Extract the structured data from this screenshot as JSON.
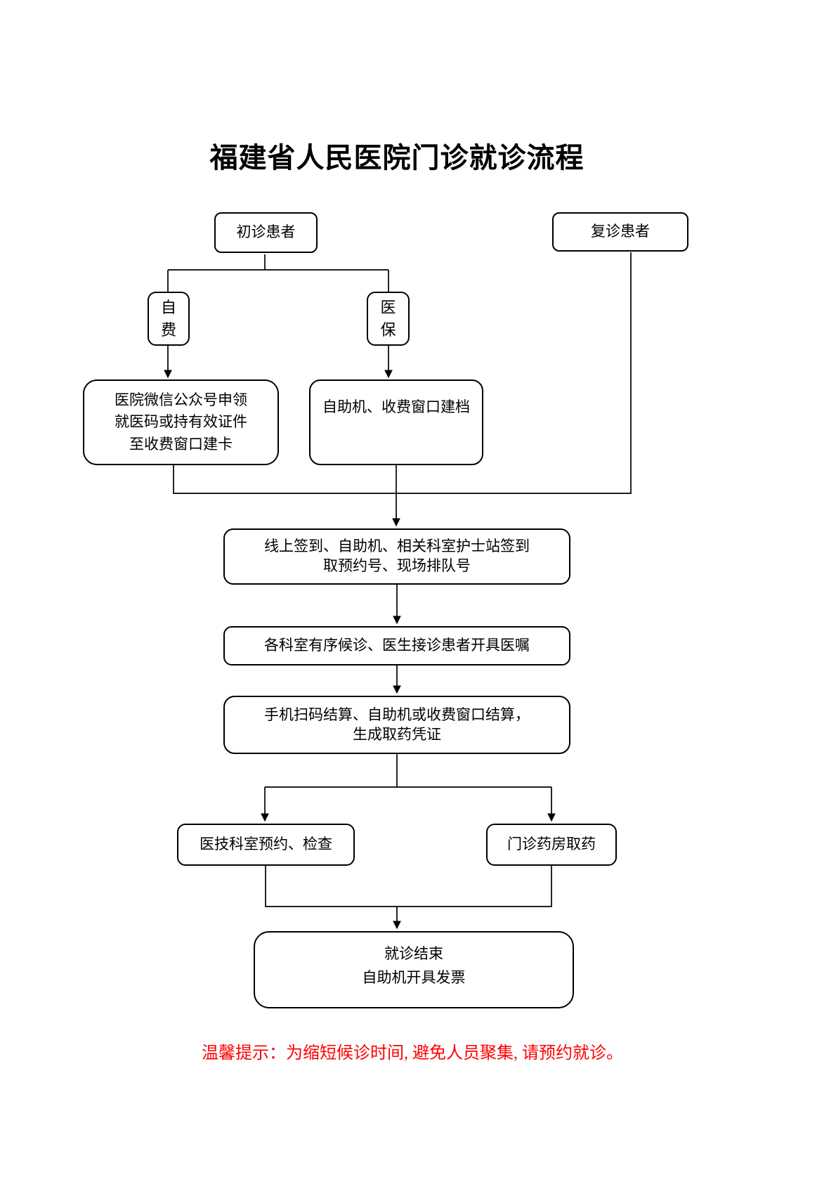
{
  "page": {
    "title": "福建省人民医院门诊就诊流程"
  },
  "flowchart": {
    "nodes": {
      "first_visit": {
        "label": "初诊患者"
      },
      "return_visit": {
        "label": "复诊患者"
      },
      "self_pay": {
        "lines": [
          "自",
          "费"
        ]
      },
      "medical_insurance": {
        "lines": [
          "医",
          "保"
        ]
      },
      "wechat_card": {
        "lines": [
          "医院微信公众号申领",
          "就医码或持有效证件",
          "至收费窗口建卡"
        ]
      },
      "self_service_archive": {
        "label": "自助机、收费窗口建档"
      },
      "checkin": {
        "lines": [
          "线上签到、自助机、相关科室护士站签到",
          "取预约号、现场排队号"
        ]
      },
      "consultation": {
        "label": "各科室有序候诊、医生接诊患者开具医嘱"
      },
      "settlement": {
        "lines": [
          "手机扫码结算、自助机或收费窗口结算，",
          "生成取药凭证"
        ]
      },
      "medtech": {
        "label": "医技科室预约、检查"
      },
      "pharmacy": {
        "label": "门诊药房取药"
      },
      "visit_end": {
        "lines": [
          "就诊结束",
          "自助机开具发票"
        ]
      }
    }
  },
  "notice": {
    "text": "温馨提示：为缩短候诊时间, 避免人员聚集, 请预约就诊。"
  },
  "colors": {
    "line": "#000000",
    "notice_text": "#ff0000",
    "background": "#ffffff"
  }
}
